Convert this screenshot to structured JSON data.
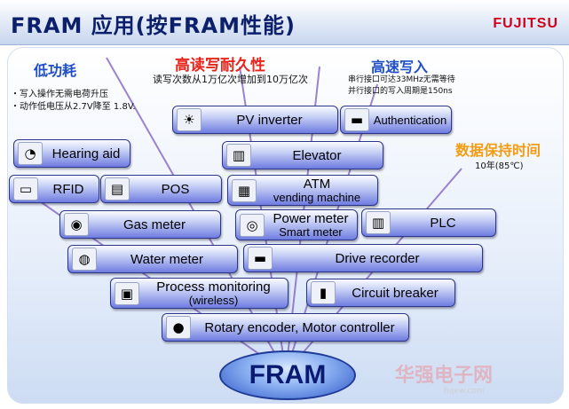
{
  "header": {
    "title": "FRAM 应用(按FRAM性能)",
    "logo": "FUJITSU"
  },
  "features": {
    "low_power": {
      "title": "低功耗",
      "line1": "・写入操作无需电荷升压",
      "line2": "・动作低电压从2.7V降至 1.8V."
    },
    "endurance": {
      "title": "高读写耐久性",
      "desc": "读写次数从1万亿次增加到10万亿次"
    },
    "fast_write": {
      "title": "高速写入",
      "line1": "串行接口可达33MHz无需等待",
      "line2": "并行接口的写入周期是150ns"
    },
    "retention": {
      "title": "数据保持时间",
      "desc": "10年(85℃)"
    }
  },
  "apps": {
    "pv_inverter": "PV inverter",
    "authentication": "Authentication",
    "hearing_aid": "Hearing aid",
    "elevator": "Elevator",
    "rfid": "RFID",
    "pos": "POS",
    "atm_1": "ATM",
    "atm_2": "vending machine",
    "gas_meter": "Gas meter",
    "power_meter_1": "Power meter",
    "power_meter_2": "Smart meter",
    "plc": "PLC",
    "water_meter": "Water meter",
    "drive_recorder": "Drive recorder",
    "process_1": "Process monitoring",
    "process_2": "(wireless)",
    "circuit_breaker": "Circuit breaker",
    "rotary": "Rotary encoder, Motor controller"
  },
  "center": {
    "label": "FRAM"
  },
  "watermark": {
    "text": "华强电子网",
    "url": "hqew.com"
  },
  "colors": {
    "heading_blue": "#1f4fc8",
    "heading_red": "#e8231a",
    "heading_orange": "#f39c12",
    "box_dark": "#2b3688"
  }
}
